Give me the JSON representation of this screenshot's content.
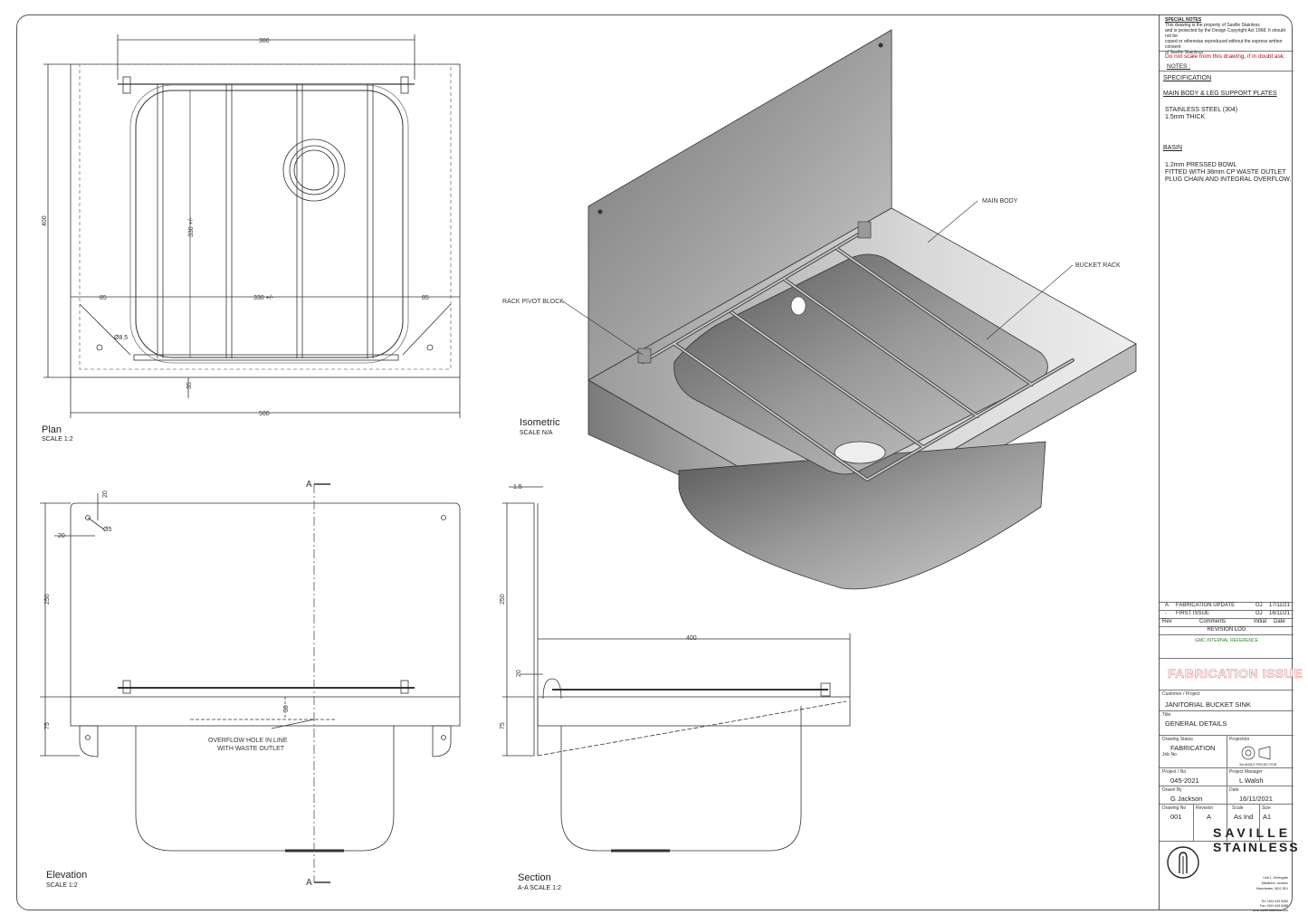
{
  "views": {
    "plan": {
      "title": "Plan",
      "scale": "SCALE 1:2"
    },
    "isometric": {
      "title": "Isometric",
      "scale": "SCALE N/A"
    },
    "elevation": {
      "title": "Elevation",
      "scale": "SCALE 1:2"
    },
    "section": {
      "title": "Section",
      "scale": "A-A SCALE 1:2"
    }
  },
  "dimensions": {
    "plan": {
      "d380": "380",
      "d400": "400",
      "d330v": "330 +/-",
      "d85l": "85",
      "d330h": "330 +/-",
      "d85r": "85",
      "d85hole": "Ø8.5",
      "d35": "35",
      "d500": "500"
    },
    "elevation": {
      "d20a": "20",
      "d5": "Ø5",
      "d20b": "20",
      "d250": "250",
      "d75": "75",
      "d30": "30",
      "sectionA": "A"
    },
    "section": {
      "d15": "1.5",
      "d250": "250",
      "d400": "400",
      "d20": "20",
      "d75": "75"
    }
  },
  "callouts": {
    "main_body": "MAIN BODY",
    "bucket_rack": "BUCKET RACK",
    "rack_pivot_block": "RACK PIVOT BLOCK",
    "overflow_1": "OVERFLOW HOLE IN LINE",
    "overflow_2": "WITH WASTE OUTLET"
  },
  "title_block": {
    "special_notes_title": "SPECIAL NOTES",
    "special_notes": [
      "This drawing is the property of  Saville Stainless",
      "and is protected by the Design Copyright Act 1968.  It should not be",
      "coped or otherwise reproduced without the express written consent",
      "of Saville Stainless."
    ],
    "warning": "Do not scale from this drawing, if in doubt ask.",
    "notes_label": "NOTES :",
    "spec_title": "SPECIFICATION",
    "main_body_title": "MAIN BODY & LEG SUPPORT PLATES",
    "main_body_lines": [
      "STAINLESS STEEL (304)",
      "1.5mm THICK"
    ],
    "basin_title": "BASIN",
    "basin_lines": [
      "1.2mm PRESSED BOWL",
      "FITTED WITH 38mm CP WASTE OUTLET",
      "PLUG CHAIN AND INTEGRAL OVERFLOW."
    ],
    "revisions": [
      {
        "rev": "A",
        "comment": "FABRICATION UPDATE",
        "initial": "GJ",
        "date": "17/11/21"
      },
      {
        "rev": "-",
        "comment": "FIRST ISSUE",
        "initial": "GJ",
        "date": "16/11/21"
      }
    ],
    "rev_headers": {
      "rev": "Rev",
      "comments": "Comments",
      "initial": "Initial",
      "date": "Date"
    },
    "revision_log": "REVISION LOG",
    "internal_ref": "GMC INTERNAL REFERENCE",
    "issue_stamp": "FABRICATION ISSUE",
    "customer_label": "Customer / Project",
    "project": "JANITORIAL BUCKET SINK",
    "title_label": "Title",
    "title": "GENERAL DETAILS",
    "status_label": "Drawing Status",
    "status": "FABRICATION",
    "projection_label": "Projection",
    "projection_note": "3rd ANGLE PROJECTION",
    "job_label": "Job No",
    "project_no_label": "Project / No",
    "project_no": "045-2021",
    "pm_label": "Project Manager",
    "pm": "L Walsh",
    "drawn_label": "Drawn By",
    "drawn": "G Jackson",
    "date_label": "Date",
    "date": "16/11/2021",
    "drawing_no_label": "Drawing No",
    "drawing_no": "001",
    "revision_label": "Revision",
    "revision": "A",
    "scale_label": "Scale",
    "scale": "As Ind",
    "size_label": "Size",
    "size": "A1",
    "company_1": "SAVILLE",
    "company_2": "STAINLESS",
    "address": [
      "Unit 1, Greengate",
      "Middleton Junction",
      "Manchester, M24 1RU"
    ],
    "contact": [
      "Tel:  0161 643 8484",
      "Fax:  0161 643 8488",
      "www.savillestainless.com"
    ]
  },
  "colors": {
    "line": "#333333",
    "stamp": "#dd8888",
    "warning": "#cc0000",
    "ref": "#2a8a2a"
  }
}
